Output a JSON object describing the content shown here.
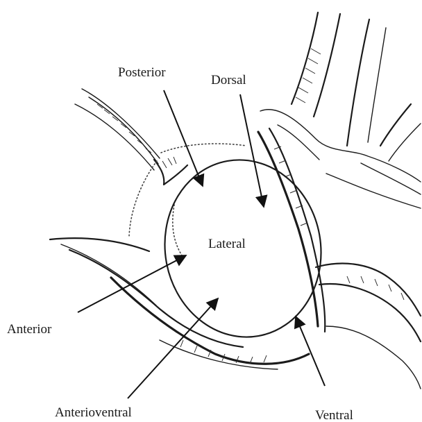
{
  "labels": {
    "posterior": "Posterior",
    "dorsal": "Dorsal",
    "lateral": "Lateral",
    "anterior": "Anterior",
    "anterioventral": "Anterioventral",
    "ventral": "Ventral"
  }
}
